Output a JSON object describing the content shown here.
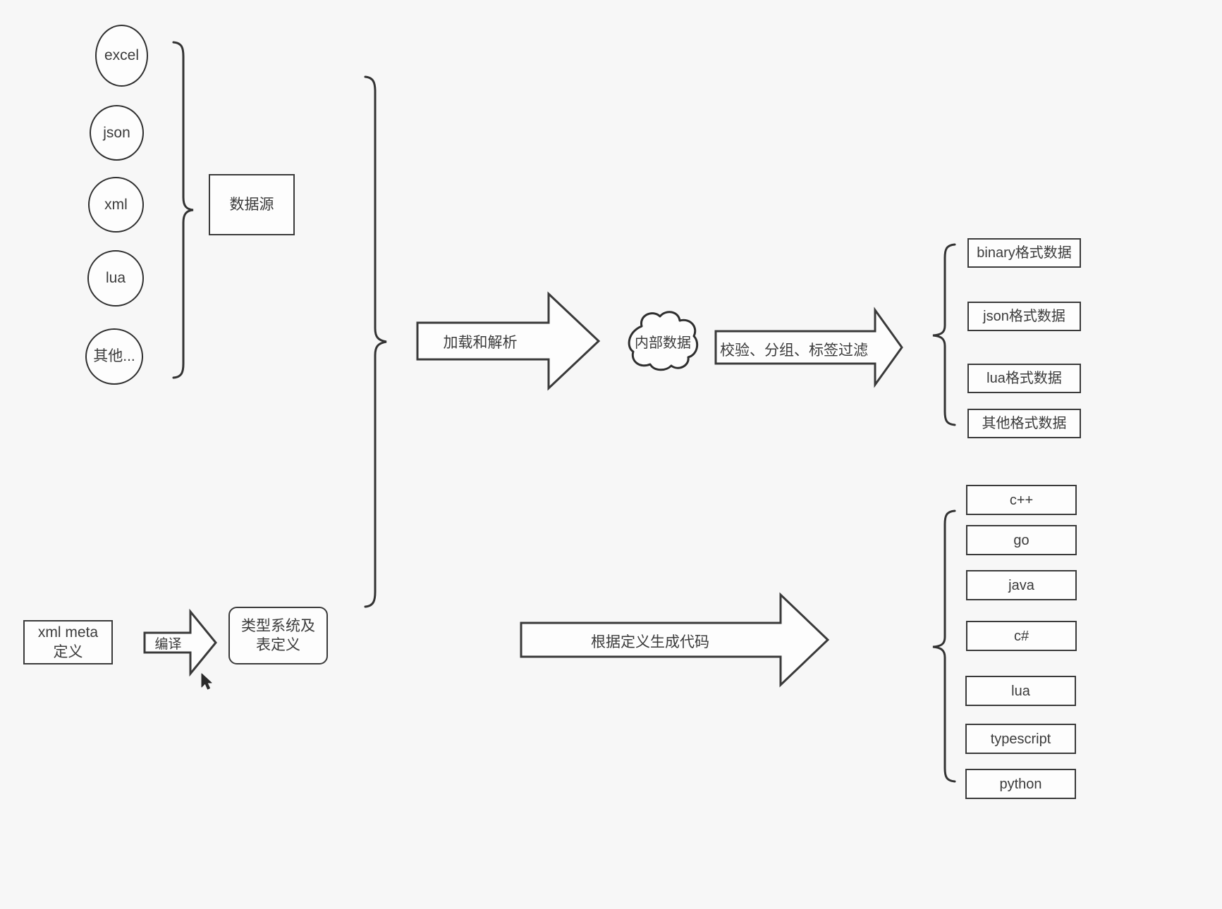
{
  "diagram": {
    "title": "data pipeline and code generation flow",
    "background_color": "#f7f7f7",
    "stroke_color": "#333333",
    "fill_color": "#fdfdfd"
  },
  "data_sources": {
    "items": [
      {
        "label": "excel"
      },
      {
        "label": "json"
      },
      {
        "label": "xml"
      },
      {
        "label": "lua"
      },
      {
        "label": "其他..."
      }
    ],
    "group_label": "数据源"
  },
  "pipeline": {
    "load_arrow_label": "加载和解析",
    "internal_data_label": "内部数据",
    "filter_arrow_label": "校验、分组、标签过滤"
  },
  "output_formats": {
    "items": [
      {
        "label": "binary格式数据"
      },
      {
        "label": "json格式数据"
      },
      {
        "label": "lua格式数据"
      },
      {
        "label": "其他格式数据"
      }
    ]
  },
  "meta": {
    "source_label": "xml meta定义",
    "compile_arrow_label": "编译",
    "type_system_label": "类型系统及表定义",
    "codegen_arrow_label": "根据定义生成代码"
  },
  "code_targets": {
    "items": [
      {
        "label": "c++"
      },
      {
        "label": "go"
      },
      {
        "label": "java"
      },
      {
        "label": "c#"
      },
      {
        "label": "lua"
      },
      {
        "label": "typescript"
      },
      {
        "label": "python"
      }
    ]
  }
}
